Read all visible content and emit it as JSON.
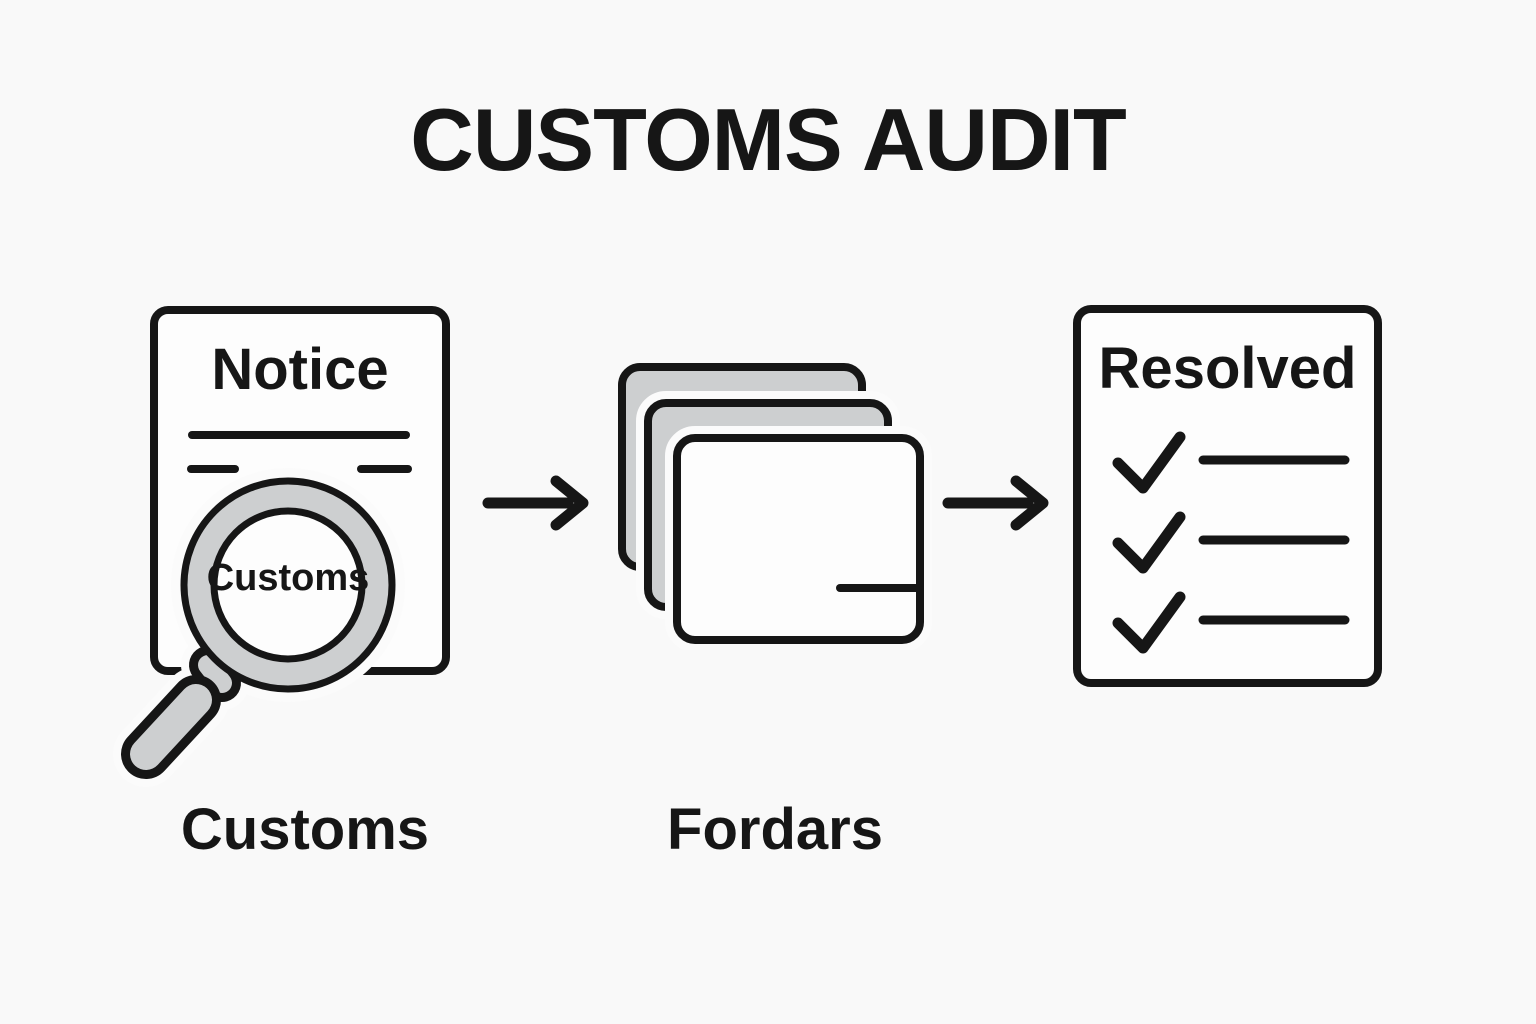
{
  "title": "CUSTOMS AUDIT",
  "colors": {
    "ink": "#161616",
    "gray_fill": "#cdcfd0",
    "paper": "#fdfdfd",
    "background": "#f9f9f9",
    "halo": "#fbfbfb"
  },
  "steps": [
    {
      "id": "notice-document",
      "icon": "document-magnifier-icon",
      "heading": "Notice",
      "lens_text": "Customs",
      "caption": "Customs"
    },
    {
      "id": "folder-stack",
      "icon": "stacked-folders-icon",
      "caption": "Fordars"
    },
    {
      "id": "resolved-checklist",
      "icon": "checklist-document-icon",
      "heading": "Resolved",
      "check_rows": 3
    }
  ],
  "arrows": [
    "right-arrow",
    "right-arrow"
  ]
}
